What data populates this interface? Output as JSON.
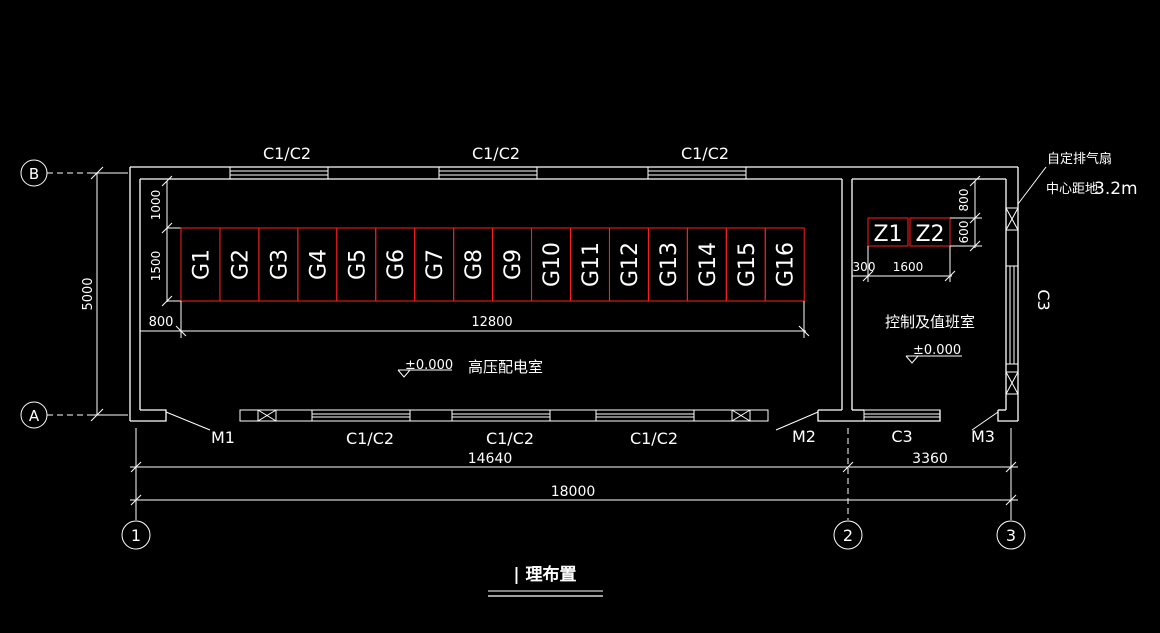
{
  "axes": {
    "B": "B",
    "A": "A",
    "col1": "1",
    "col2": "2",
    "col3": "3"
  },
  "windows": {
    "top": [
      "C1/C2",
      "C1/C2",
      "C1/C2"
    ],
    "bottom": [
      "C1/C2",
      "C1/C2",
      "C1/C2"
    ],
    "c3_bottom": "C3",
    "c3_side": "C3"
  },
  "doors": {
    "m1": "M1",
    "m2": "M2",
    "m3": "M3"
  },
  "dimensions": {
    "left_total": "5000",
    "left_1000": "1000",
    "left_1500": "1500",
    "offset_800": "800",
    "row_12800": "12800",
    "d14640": "14640",
    "d3360": "3360",
    "d18000": "18000",
    "ctrl_800": "800",
    "ctrl_600": "600",
    "ctrl_300": "300",
    "ctrl_1600": "1600"
  },
  "cabinets": [
    "G1",
    "G2",
    "G3",
    "G4",
    "G5",
    "G6",
    "G7",
    "G8",
    "G9",
    "G10",
    "G11",
    "G12",
    "G13",
    "G14",
    "G15",
    "G16"
  ],
  "panels": [
    "Z1",
    "Z2"
  ],
  "rooms": {
    "hv_room": "高压配电室",
    "hv_level": "±0.000",
    "ctrl_room": "控制及值班室",
    "ctrl_level": "±0.000"
  },
  "fan_note": {
    "line1": "自定排气扇",
    "line2_prefix": "中心距地",
    "line2_value": "3.2m"
  },
  "drawing_title": "| 理布置"
}
